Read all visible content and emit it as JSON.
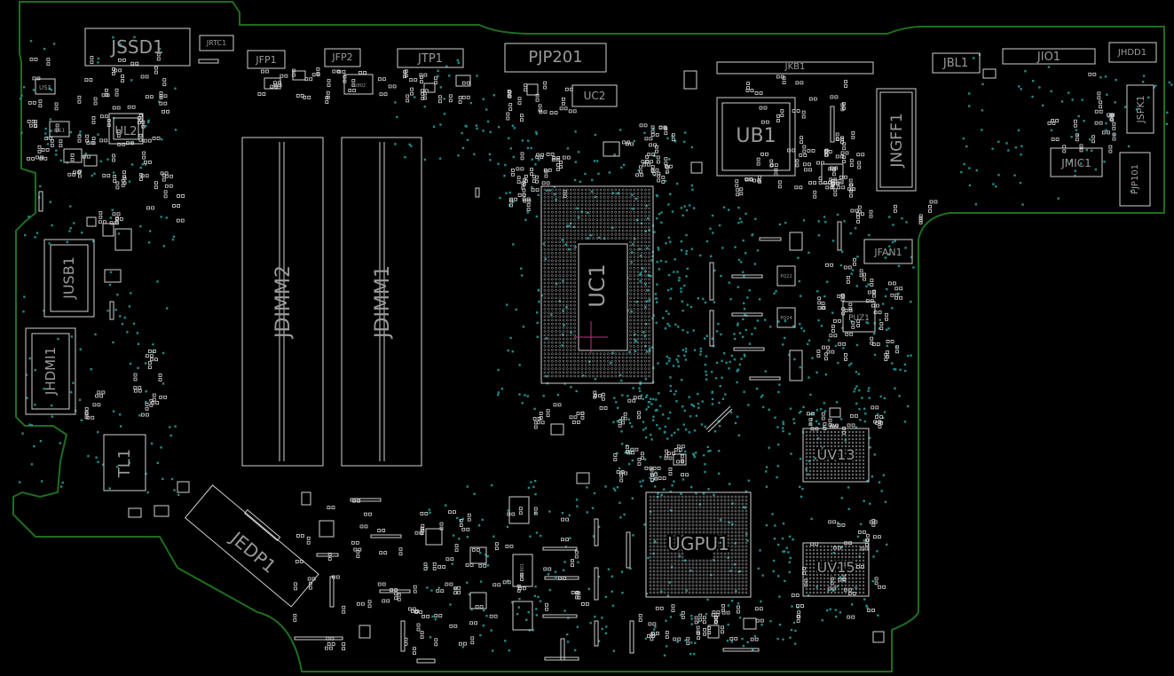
{
  "board": {
    "outline_color": "#1e6e1e",
    "via_color": "#1f8a8a",
    "part_color": "#cfcfcf",
    "label_color": "#9a9a9a",
    "crosshair_color": "#c03080"
  },
  "components": {
    "jssd1": "JSSD1",
    "jrtc1": "JRTC1",
    "jfp1": "JFP1",
    "jfp2": "JFP2",
    "jtp1": "JTP1",
    "pjp201": "PJP201",
    "jkb1": "JKB1",
    "jbl1": "JBL1",
    "jio1": "JIO1",
    "jhdd1": "JHDD1",
    "jspk1": "JSPK1",
    "jmic1": "JMIC1",
    "pjp101": "PJP101",
    "ul2": "UL2",
    "qs1": "QS1",
    "us1": "US1",
    "jusb1": "JUSB1",
    "jhdmi1": "JHDMI1",
    "tl1": "TL1",
    "jdimm2": "JDIMM2",
    "jdimm1": "JDIMM1",
    "uc1": "UC1",
    "uc2": "UC2",
    "ub1": "UB1",
    "jngff1": "JNGFF1",
    "jfan1": "JFAN1",
    "puz1": "PUZ1",
    "uv13": "UV13",
    "uv15": "UV15",
    "ugpu1": "UGPU1",
    "jedp1": "JEDP1",
    "pu802": "PU802",
    "pu801": "PU801",
    "pq22": "PQ22",
    "pq24": "PQ24"
  }
}
